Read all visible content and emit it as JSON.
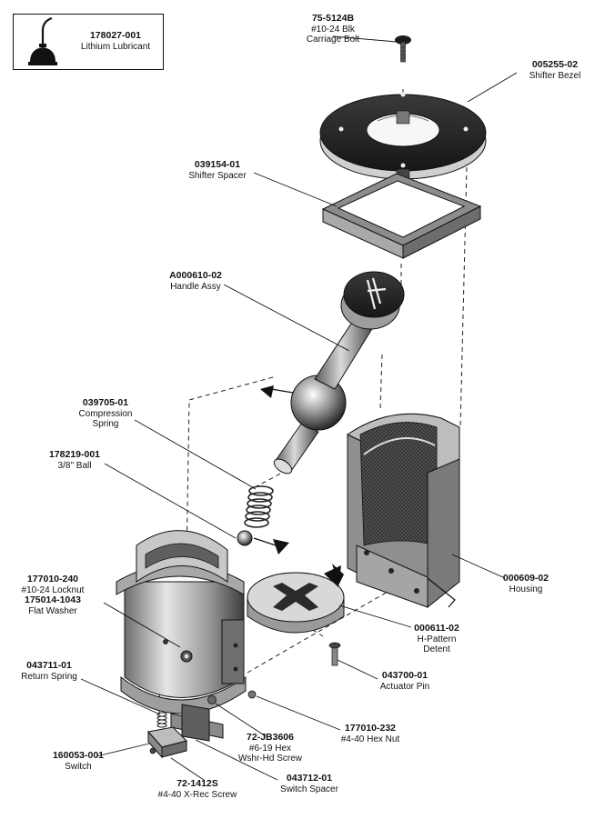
{
  "legend": {
    "icon": "lubricant-bottle-icon",
    "part_number": "178027-001",
    "description": "Lithium Lubricant"
  },
  "callouts": [
    {
      "id": "carriage-bolt",
      "part_number": "75-5124B",
      "lines": [
        "#10-24 Blk",
        "Carriage Bolt"
      ]
    },
    {
      "id": "shifter-bezel",
      "part_number": "005255-02",
      "lines": [
        "Shifter Bezel"
      ]
    },
    {
      "id": "shifter-spacer",
      "part_number": "039154-01",
      "lines": [
        "Shifter Spacer"
      ]
    },
    {
      "id": "handle-assy",
      "part_number": "A000610-02",
      "lines": [
        "Handle Assy"
      ]
    },
    {
      "id": "compression-spring",
      "part_number": "039705-01",
      "lines": [
        "Compression",
        "Spring"
      ]
    },
    {
      "id": "ball",
      "part_number": "178219-001",
      "lines": [
        "3/8\" Ball"
      ]
    },
    {
      "id": "locknut-washer",
      "part_number": "177010-240",
      "lines": [
        "#10-24  Locknut"
      ],
      "part_number_2": "175014-1043",
      "lines_2": [
        "Flat Washer"
      ]
    },
    {
      "id": "return-spring",
      "part_number": "043711-01",
      "lines": [
        "Return Spring"
      ]
    },
    {
      "id": "housing",
      "part_number": "000609-02",
      "lines": [
        "Housing"
      ]
    },
    {
      "id": "h-pattern-detent",
      "part_number": "000611-02",
      "lines": [
        "H-Pattern",
        "Detent"
      ]
    },
    {
      "id": "actuator-pin",
      "part_number": "043700-01",
      "lines": [
        "Actuator Pin"
      ]
    },
    {
      "id": "hex-nut",
      "part_number": "177010-232",
      "lines": [
        "#4-40 Hex Nut"
      ]
    },
    {
      "id": "hex-washer-screw",
      "part_number": "72-JB3606",
      "lines": [
        "#6-19 Hex",
        "Wshr-Hd Screw"
      ]
    },
    {
      "id": "switch",
      "part_number": "160053-001",
      "lines": [
        "Switch"
      ]
    },
    {
      "id": "x-rec-screw",
      "part_number": "72-1412S",
      "lines": [
        "#4-40 X-Rec Screw"
      ]
    },
    {
      "id": "switch-spacer",
      "part_number": "043712-01",
      "lines": [
        "Switch Spacer"
      ]
    }
  ]
}
